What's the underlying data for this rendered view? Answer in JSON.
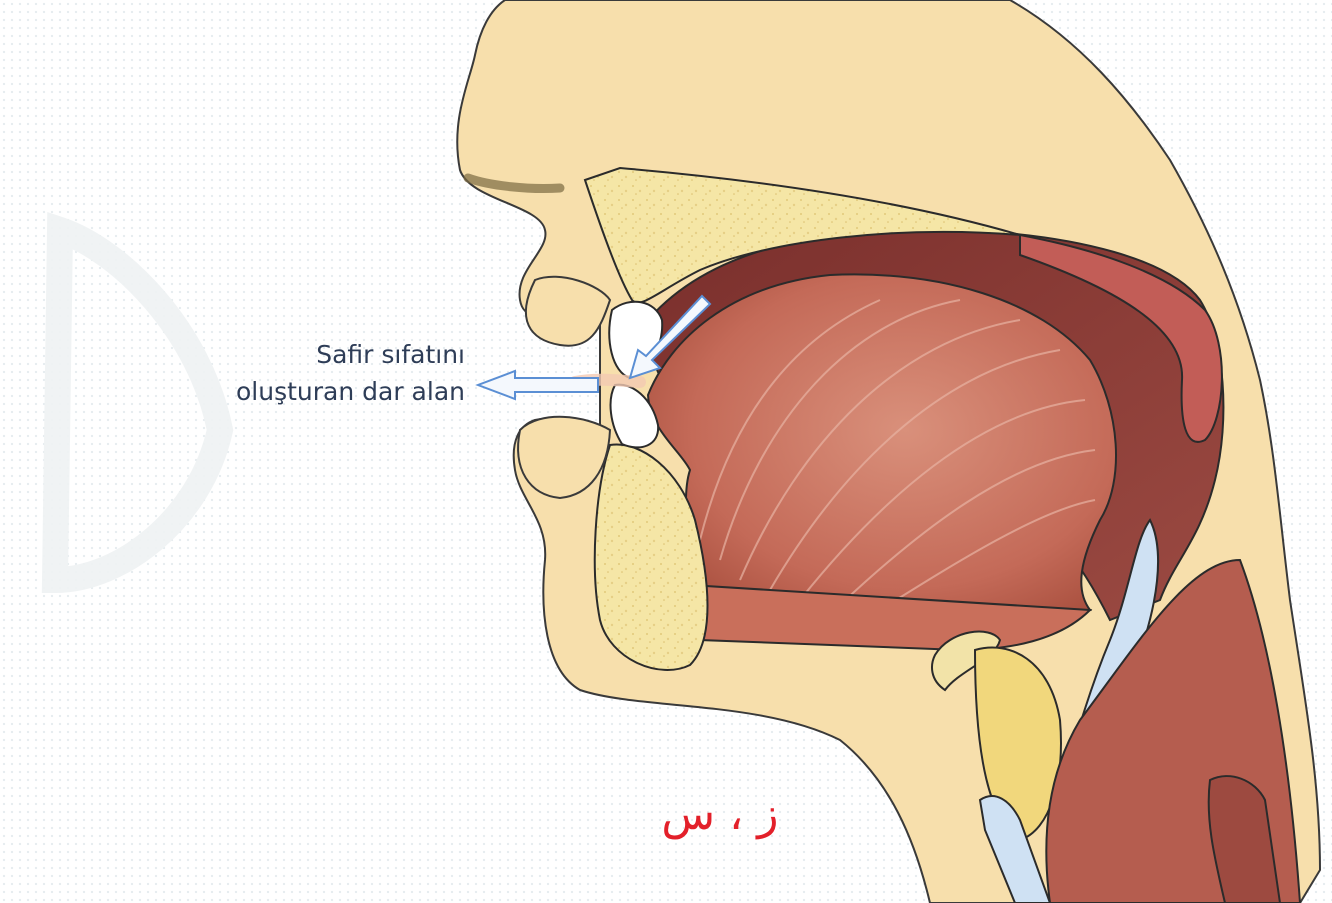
{
  "label": {
    "line1": "Safir sıfatını",
    "line2": "oluşturan dar alan"
  },
  "letters": "ز ، س",
  "colors": {
    "skin": "#f7dfac",
    "bone": "#f5e6a6",
    "muscle": "#c8705c",
    "cavity": "#8e3d38",
    "outline": "#2b2b2b",
    "arrow": "#5b8fd4",
    "label_text": "#2e3d57",
    "letters_text": "#e3202a"
  }
}
